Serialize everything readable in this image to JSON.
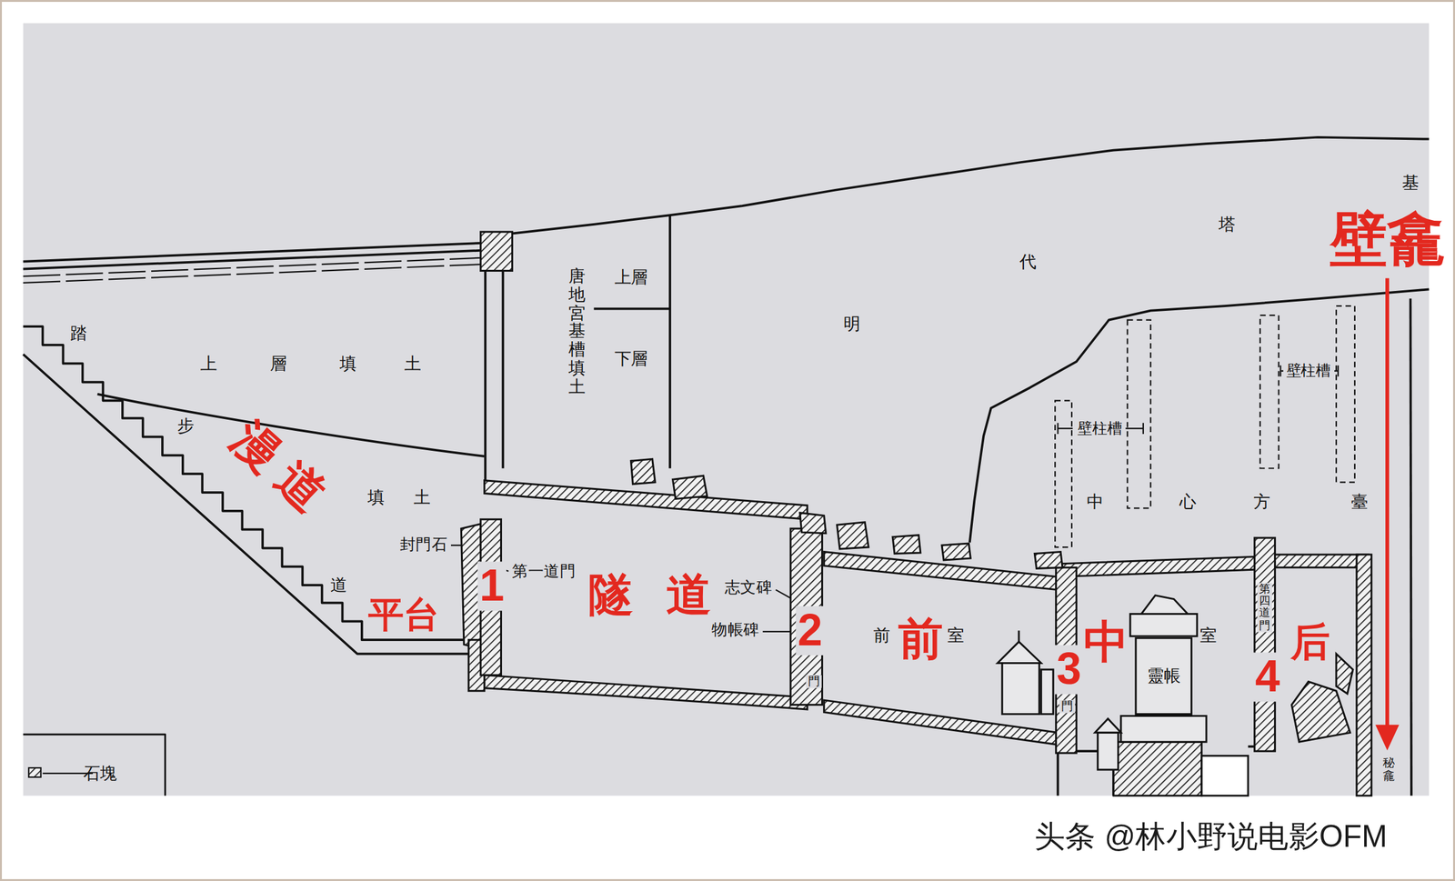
{
  "diagram": {
    "nodes": [
      {
        "text": [
          "靈帳"
        ]
      }
    ],
    "labels": [
      "踏",
      "步",
      "道",
      "上",
      "層",
      "填",
      "土",
      "填",
      "土",
      "唐地宮基槽填土",
      "上層",
      "下層",
      "明",
      "代",
      "塔",
      "基",
      "壁柱槽",
      "壁柱槽",
      "中",
      "心",
      "方",
      "臺",
      "封門石",
      "第一道門",
      "志文碑",
      "物帳碑",
      "前",
      "室",
      "室",
      "門",
      "門",
      "第四道門",
      "秘龕",
      "漫道",
      "平台",
      "1",
      "隧 道",
      "2",
      "前",
      "中",
      "3",
      "4",
      "后",
      "壁龕",
      "头条 @林小野说电影OFM"
    ],
    "legend": [
      {
        "text": "石塊"
      }
    ]
  }
}
